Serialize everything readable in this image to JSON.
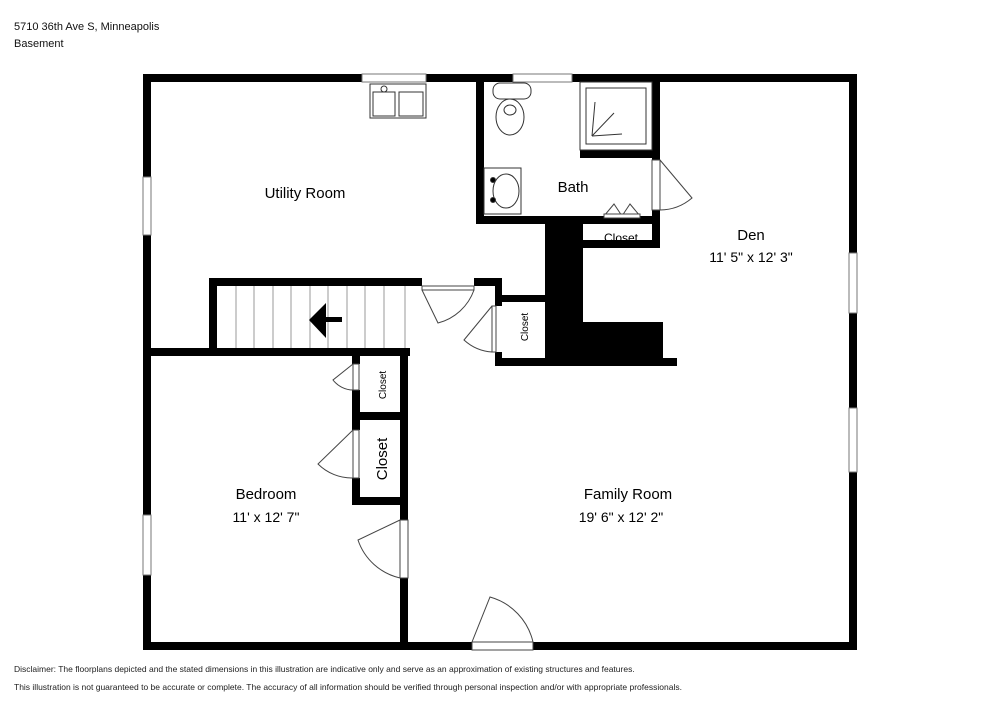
{
  "header": {
    "address": "5710 36th Ave S, Minneapolis",
    "level": "Basement"
  },
  "rooms": {
    "utility": {
      "name": "Utility Room"
    },
    "bath": {
      "name": "Bath"
    },
    "bath_closet": {
      "name": "Closet"
    },
    "den": {
      "name": "Den",
      "dims": "11' 5\" x 12' 3\""
    },
    "hall_closet": {
      "name": "Closet"
    },
    "bedroom_closet_small": {
      "name": "Closet"
    },
    "bedroom_closet_large": {
      "name": "Closet"
    },
    "bedroom": {
      "name": "Bedroom",
      "dims": "11' x 12' 7\""
    },
    "family": {
      "name": "Family Room",
      "dims": "19' 6\" x 12' 2\""
    }
  },
  "disclaimer": [
    "Disclaimer: The floorplans depicted and the stated dimensions in this illustration are indicative only and serve as an approximation of existing structures and features.",
    "This illustration is not guaranteed to be accurate or complete. The accuracy of all information should be verified through personal inspection and/or with appropriate professionals."
  ],
  "colors": {
    "wall": "#000000",
    "background": "#ffffff"
  }
}
